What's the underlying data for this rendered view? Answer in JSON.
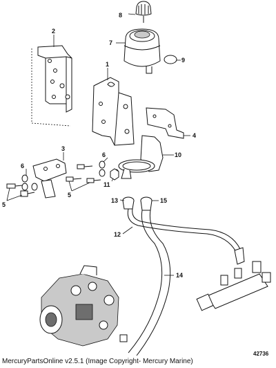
{
  "callouts": {
    "c1": "1",
    "c2": "2",
    "c3": "3",
    "c4": "4",
    "c5a": "5",
    "c5b": "5",
    "c6a": "6",
    "c6b": "6",
    "c7": "7",
    "c8": "8",
    "c9": "9",
    "c10": "10",
    "c11": "11",
    "c12": "12",
    "c13": "13",
    "c14": "14",
    "c15": "15"
  },
  "footer": {
    "copyright": "MercuryPartsOnline v2.5.1 (Image Copyright- Mercury Marine)",
    "diagram_number": "42736"
  }
}
